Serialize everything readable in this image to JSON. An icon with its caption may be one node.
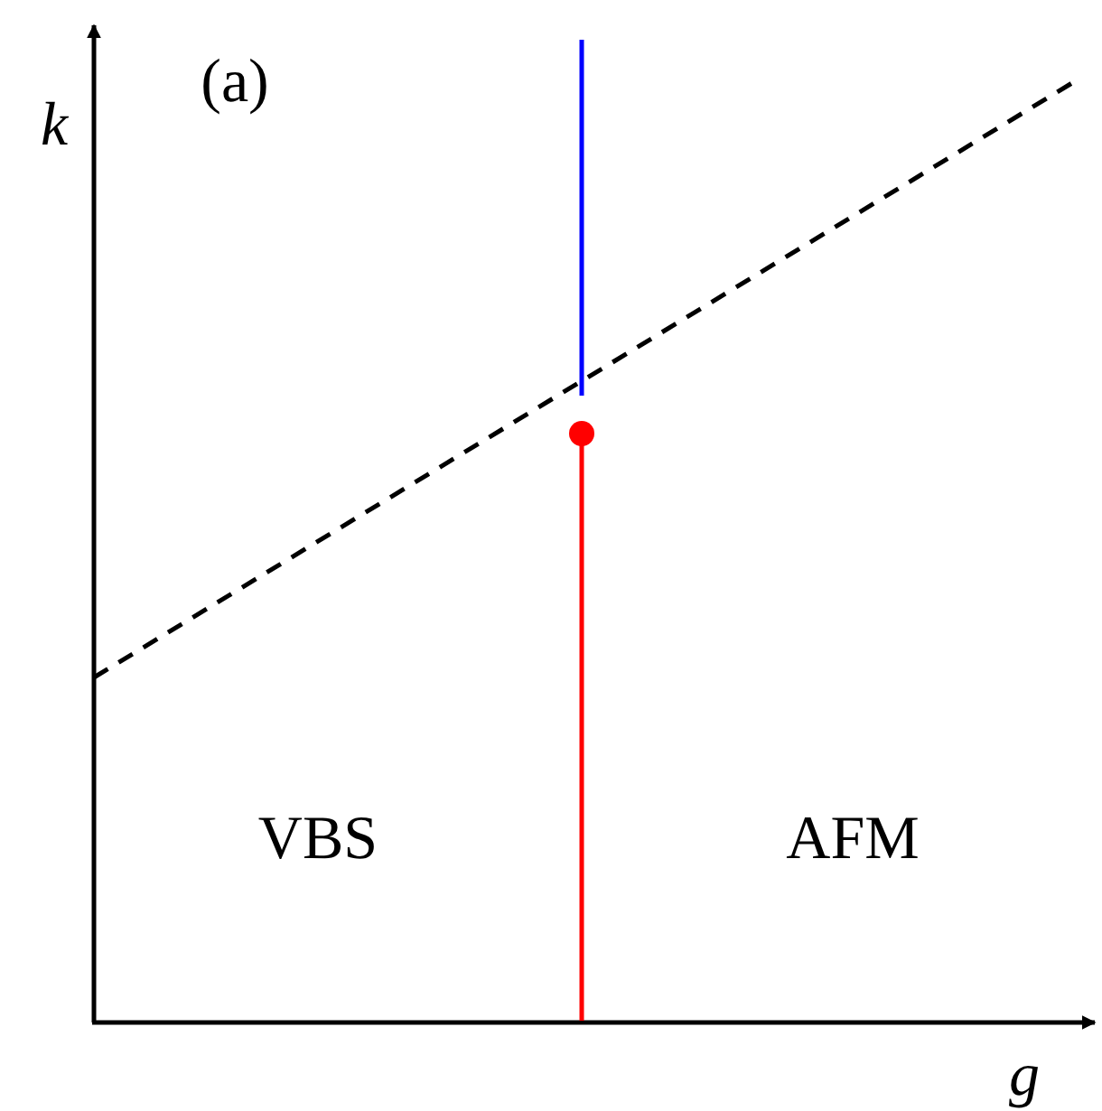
{
  "diagram": {
    "labels": [
      "(a)",
      "k",
      "VBS",
      "AFM",
      "g"
    ]
  }
}
